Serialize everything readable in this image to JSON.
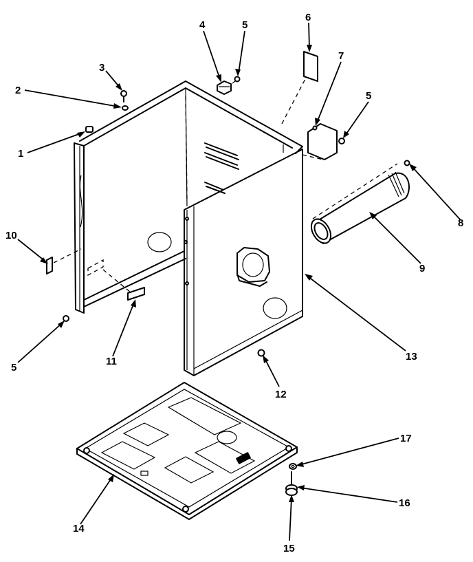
{
  "callouts": [
    {
      "id": "1",
      "label": "1"
    },
    {
      "id": "2",
      "label": "2"
    },
    {
      "id": "3",
      "label": "3"
    },
    {
      "id": "4",
      "label": "4"
    },
    {
      "id": "5a",
      "label": "5"
    },
    {
      "id": "6",
      "label": "6"
    },
    {
      "id": "7",
      "label": "7"
    },
    {
      "id": "5b",
      "label": "5"
    },
    {
      "id": "8",
      "label": "8"
    },
    {
      "id": "9",
      "label": "9"
    },
    {
      "id": "10",
      "label": "10"
    },
    {
      "id": "5c",
      "label": "5"
    },
    {
      "id": "11",
      "label": "11"
    },
    {
      "id": "12",
      "label": "12"
    },
    {
      "id": "13",
      "label": "13"
    },
    {
      "id": "14",
      "label": "14"
    },
    {
      "id": "15",
      "label": "15"
    },
    {
      "id": "16",
      "label": "16"
    },
    {
      "id": "17",
      "label": "17"
    }
  ]
}
